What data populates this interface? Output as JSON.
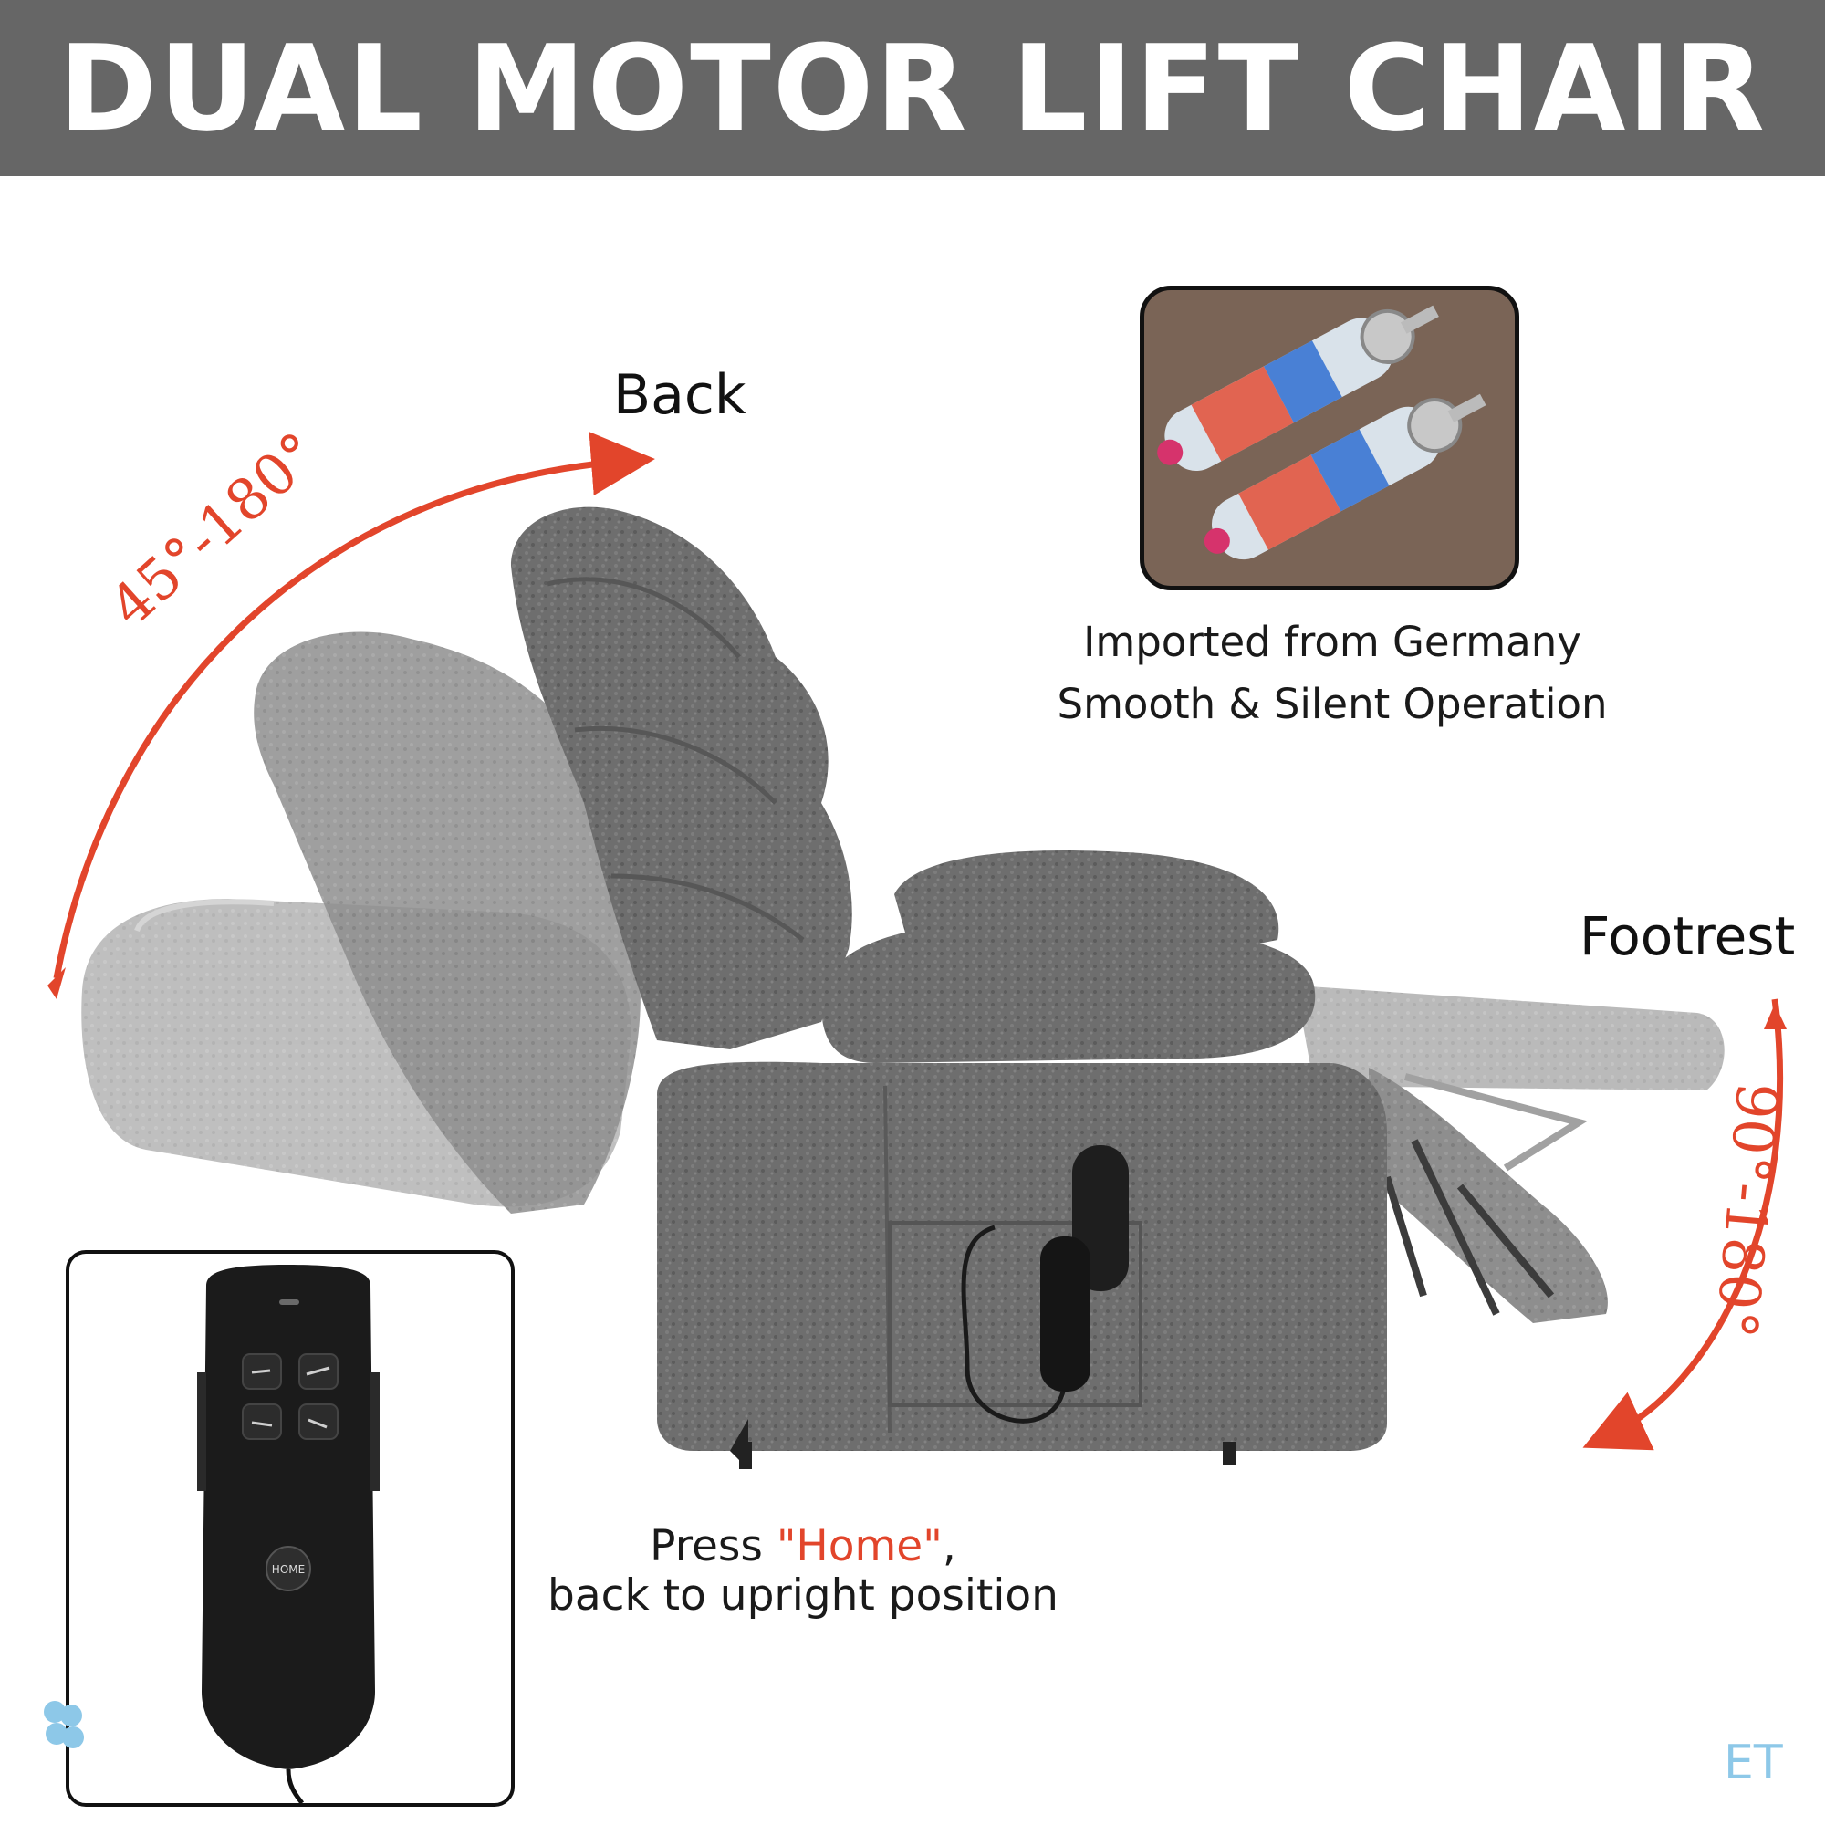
{
  "banner": {
    "title": "DUAL MOTOR LIFT CHAIR",
    "background": "#666666"
  },
  "callouts": {
    "back": "Back",
    "back_angle": "45°-180°",
    "footrest": "Footrest",
    "footrest_angle": "90°-180°"
  },
  "motor": {
    "line1": "Imported from Germany",
    "line2": "Smooth & Silent Operation"
  },
  "home_note": {
    "prefix": "Press ",
    "highlight": "\"Home\"",
    "suffix": ",",
    "line2": "back to upright position"
  },
  "remote": {
    "button_label": "HOME"
  },
  "watermark": {
    "text": "ET"
  },
  "colors": {
    "accent": "#e2452b",
    "chair": "#6b6b6b",
    "motor_bg": "#7a6456",
    "watermark": "#8dc8e8"
  }
}
